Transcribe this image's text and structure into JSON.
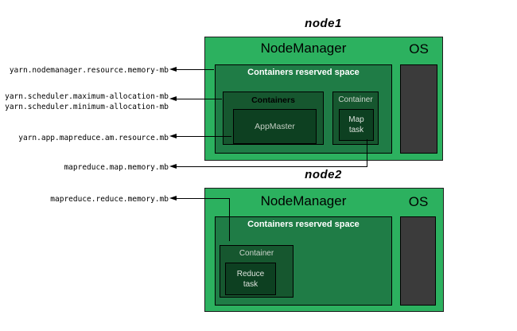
{
  "node1": {
    "title": "node1",
    "nodemanager_label": "NodeManager",
    "os_label": "OS",
    "reserved_label": "Containers reserved space",
    "containers_label": "Containers",
    "appmaster_label": "AppMaster",
    "container_label": "Container",
    "map_task_label": "Map task"
  },
  "node2": {
    "title": "node2",
    "nodemanager_label": "NodeManager",
    "os_label": "OS",
    "reserved_label": "Containers reserved space",
    "container_label": "Container",
    "reduce_task_label": "Reduce task"
  },
  "config_labels": {
    "nodemanager_resource_memory": "yarn.nodemanager.resource.memory-mb",
    "scheduler_maximum_allocation": "yarn.scheduler.maximum-allocation-mb",
    "scheduler_minimum_allocation": "yarn.scheduler.minimum-allocation-mb",
    "am_resource": "yarn.app.mapreduce.am.resource.mb",
    "map_memory": "mapreduce.map.memory.mb",
    "reduce_memory": "mapreduce.reduce.memory.mb"
  },
  "colors": {
    "background": "#ffffff",
    "node_fill": "#2cb15f",
    "reserved_fill": "#1f7c46",
    "container_fill": "#16572f",
    "task_fill": "#0d4021",
    "os_fill": "#3b3b3b",
    "border": "#000000",
    "line": "#000000"
  }
}
